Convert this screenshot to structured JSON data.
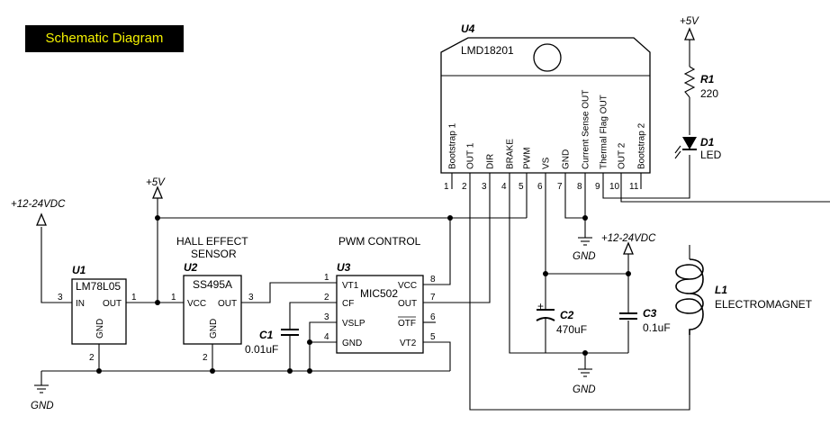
{
  "title": "Schematic Diagram",
  "power": {
    "v12_left": "+12-24VDC",
    "v5_mid": "+5V",
    "v5_top": "+5V",
    "v12_right": "+12-24VDC",
    "gnd_left": "GND",
    "gnd_u4": "GND",
    "gnd_caps": "GND"
  },
  "sections": {
    "hall": "HALL EFFECT\nSENSOR",
    "hall_line1": "HALL EFFECT",
    "hall_line2": "SENSOR",
    "pwm": "PWM CONTROL"
  },
  "u1": {
    "ref": "U1",
    "part": "LM78L05",
    "in": "IN",
    "out": "OUT",
    "gnd": "GND",
    "pin_in": "3",
    "pin_out": "1",
    "pin_gnd": "2"
  },
  "u2": {
    "ref": "U2",
    "part": "SS495A",
    "vcc": "VCC",
    "out": "OUT",
    "gnd": "GND",
    "pin_vcc": "1",
    "pin_out": "3",
    "pin_gnd": "2"
  },
  "u3": {
    "ref": "U3",
    "part": "MIC502",
    "left_pins": [
      {
        "num": "1",
        "name": "VT1"
      },
      {
        "num": "2",
        "name": "CF"
      },
      {
        "num": "3",
        "name": "VSLP"
      },
      {
        "num": "4",
        "name": "GND"
      }
    ],
    "right_pins": [
      {
        "num": "8",
        "name": "VCC"
      },
      {
        "num": "7",
        "name": "OUT"
      },
      {
        "num": "6",
        "name": "OTF"
      },
      {
        "num": "5",
        "name": "VT2"
      }
    ]
  },
  "u4": {
    "ref": "U4",
    "part": "LMD18201",
    "pins": [
      {
        "num": "1",
        "name": "Bootstrap 1"
      },
      {
        "num": "2",
        "name": "OUT 1"
      },
      {
        "num": "3",
        "name": "DIR"
      },
      {
        "num": "4",
        "name": "BRAKE"
      },
      {
        "num": "5",
        "name": "PWM"
      },
      {
        "num": "6",
        "name": "VS"
      },
      {
        "num": "7",
        "name": "GND"
      },
      {
        "num": "8",
        "name": "Current Sense OUT"
      },
      {
        "num": "9",
        "name": "Thermal Flag OUT"
      },
      {
        "num": "10",
        "name": "OUT 2"
      },
      {
        "num": "11",
        "name": "Bootstrap 2"
      }
    ]
  },
  "c1": {
    "ref": "C1",
    "value": "0.01uF"
  },
  "c2": {
    "ref": "C2",
    "value": "470uF",
    "polarity": "+"
  },
  "c3": {
    "ref": "C3",
    "value": "0.1uF"
  },
  "r1": {
    "ref": "R1",
    "value": "220"
  },
  "d1": {
    "ref": "D1",
    "value": "LED"
  },
  "l1": {
    "ref": "L1",
    "value": "ELECTROMAGNET"
  }
}
